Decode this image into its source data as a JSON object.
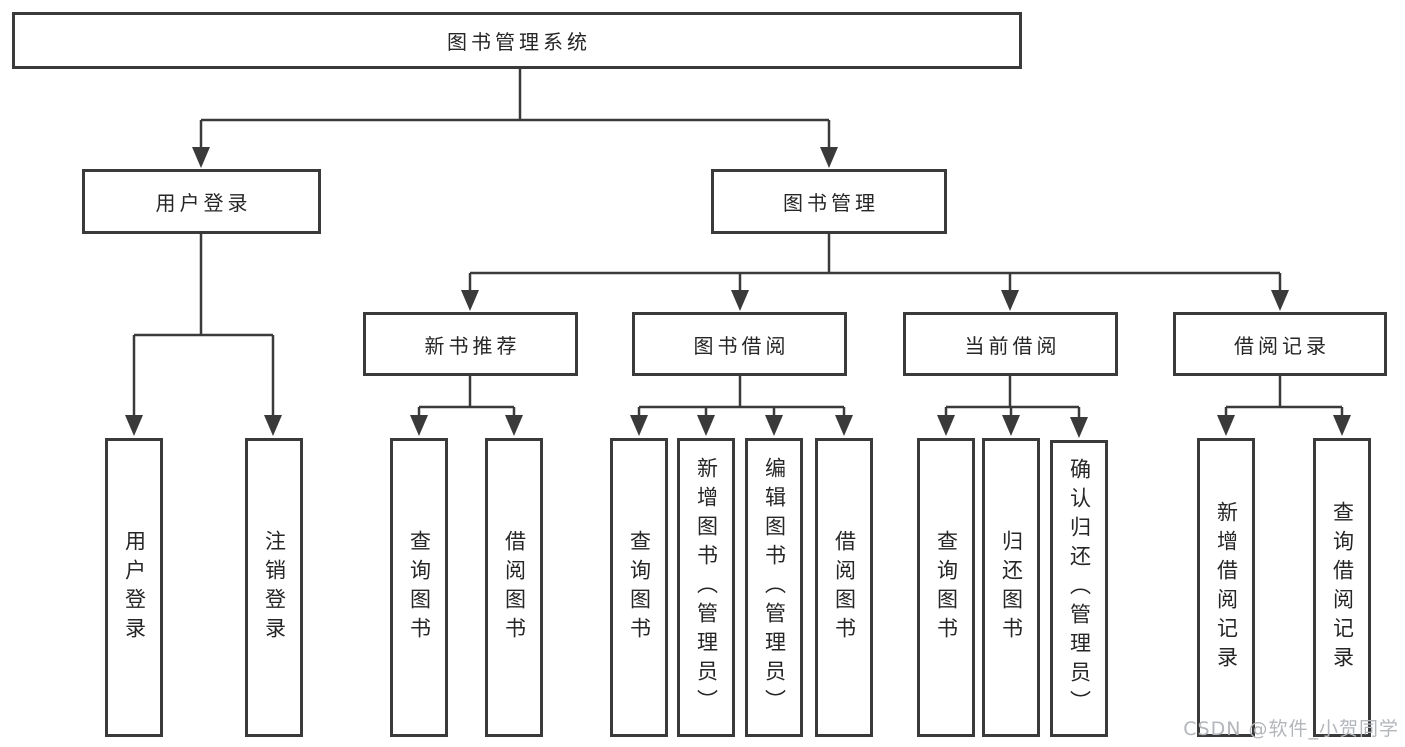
{
  "tree": {
    "root": {
      "label": "图书管理系统"
    },
    "branches": [
      {
        "label": "用户登录",
        "leaves": [
          {
            "label": "用户登录"
          },
          {
            "label": "注销登录"
          }
        ]
      },
      {
        "label": "图书管理",
        "groups": [
          {
            "label": "新书推荐",
            "leaves": [
              {
                "label": "查询图书"
              },
              {
                "label": "借阅图书"
              }
            ]
          },
          {
            "label": "图书借阅",
            "leaves": [
              {
                "label": "查询图书"
              },
              {
                "label": "新增图书（管理员）"
              },
              {
                "label": "编辑图书（管理员）"
              },
              {
                "label": "借阅图书"
              }
            ]
          },
          {
            "label": "当前借阅",
            "leaves": [
              {
                "label": "查询图书"
              },
              {
                "label": "归还图书"
              },
              {
                "label": "确认归还（管理员）"
              }
            ]
          },
          {
            "label": "借阅记录",
            "leaves": [
              {
                "label": "新增借阅记录"
              },
              {
                "label": "查询借阅记录"
              }
            ]
          }
        ]
      }
    ]
  },
  "watermark": {
    "text": "CSDN @软件_小贺同学",
    "color": "#b3b6ba"
  },
  "colors": {
    "line": "#3a3a3a",
    "border": "#3a3a3a",
    "text": "#262626",
    "background": "#ffffff"
  }
}
